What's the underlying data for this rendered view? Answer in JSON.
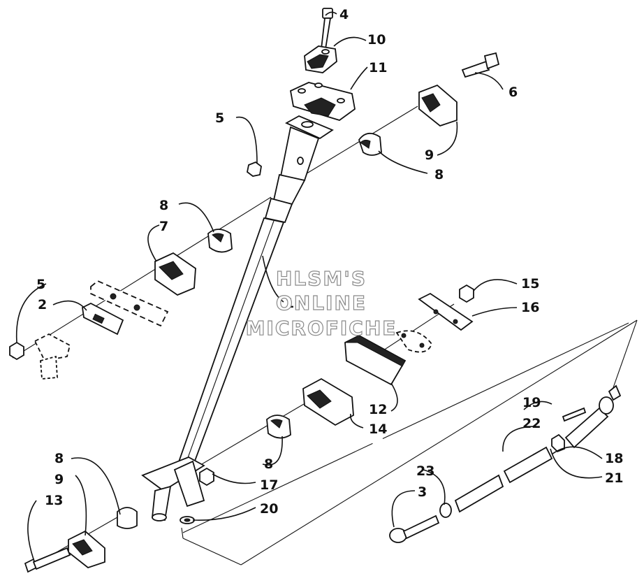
{
  "watermark": {
    "line1": "HLSM'S",
    "line2": "ONLINE",
    "line3": "MICROFICHE"
  },
  "callouts": [
    {
      "id": "c4",
      "text": "4"
    },
    {
      "id": "c10",
      "text": "10"
    },
    {
      "id": "c11",
      "text": "11"
    },
    {
      "id": "c6",
      "text": "6"
    },
    {
      "id": "c5a",
      "text": "5"
    },
    {
      "id": "c9a",
      "text": "9"
    },
    {
      "id": "c8a",
      "text": "8"
    },
    {
      "id": "c8b",
      "text": "8"
    },
    {
      "id": "c7",
      "text": "7"
    },
    {
      "id": "c5b",
      "text": "5"
    },
    {
      "id": "c2",
      "text": "2"
    },
    {
      "id": "c1",
      "text": "1"
    },
    {
      "id": "c15",
      "text": "15"
    },
    {
      "id": "c16",
      "text": "16"
    },
    {
      "id": "c12",
      "text": "12"
    },
    {
      "id": "c14",
      "text": "14"
    },
    {
      "id": "c19",
      "text": "19"
    },
    {
      "id": "c22",
      "text": "22"
    },
    {
      "id": "c18",
      "text": "18"
    },
    {
      "id": "c21",
      "text": "21"
    },
    {
      "id": "c8c",
      "text": "8"
    },
    {
      "id": "c8d",
      "text": "8"
    },
    {
      "id": "c9b",
      "text": "9"
    },
    {
      "id": "c13",
      "text": "13"
    },
    {
      "id": "c17",
      "text": "17"
    },
    {
      "id": "c20",
      "text": "20"
    },
    {
      "id": "c23",
      "text": "23"
    },
    {
      "id": "c3",
      "text": "3"
    }
  ]
}
